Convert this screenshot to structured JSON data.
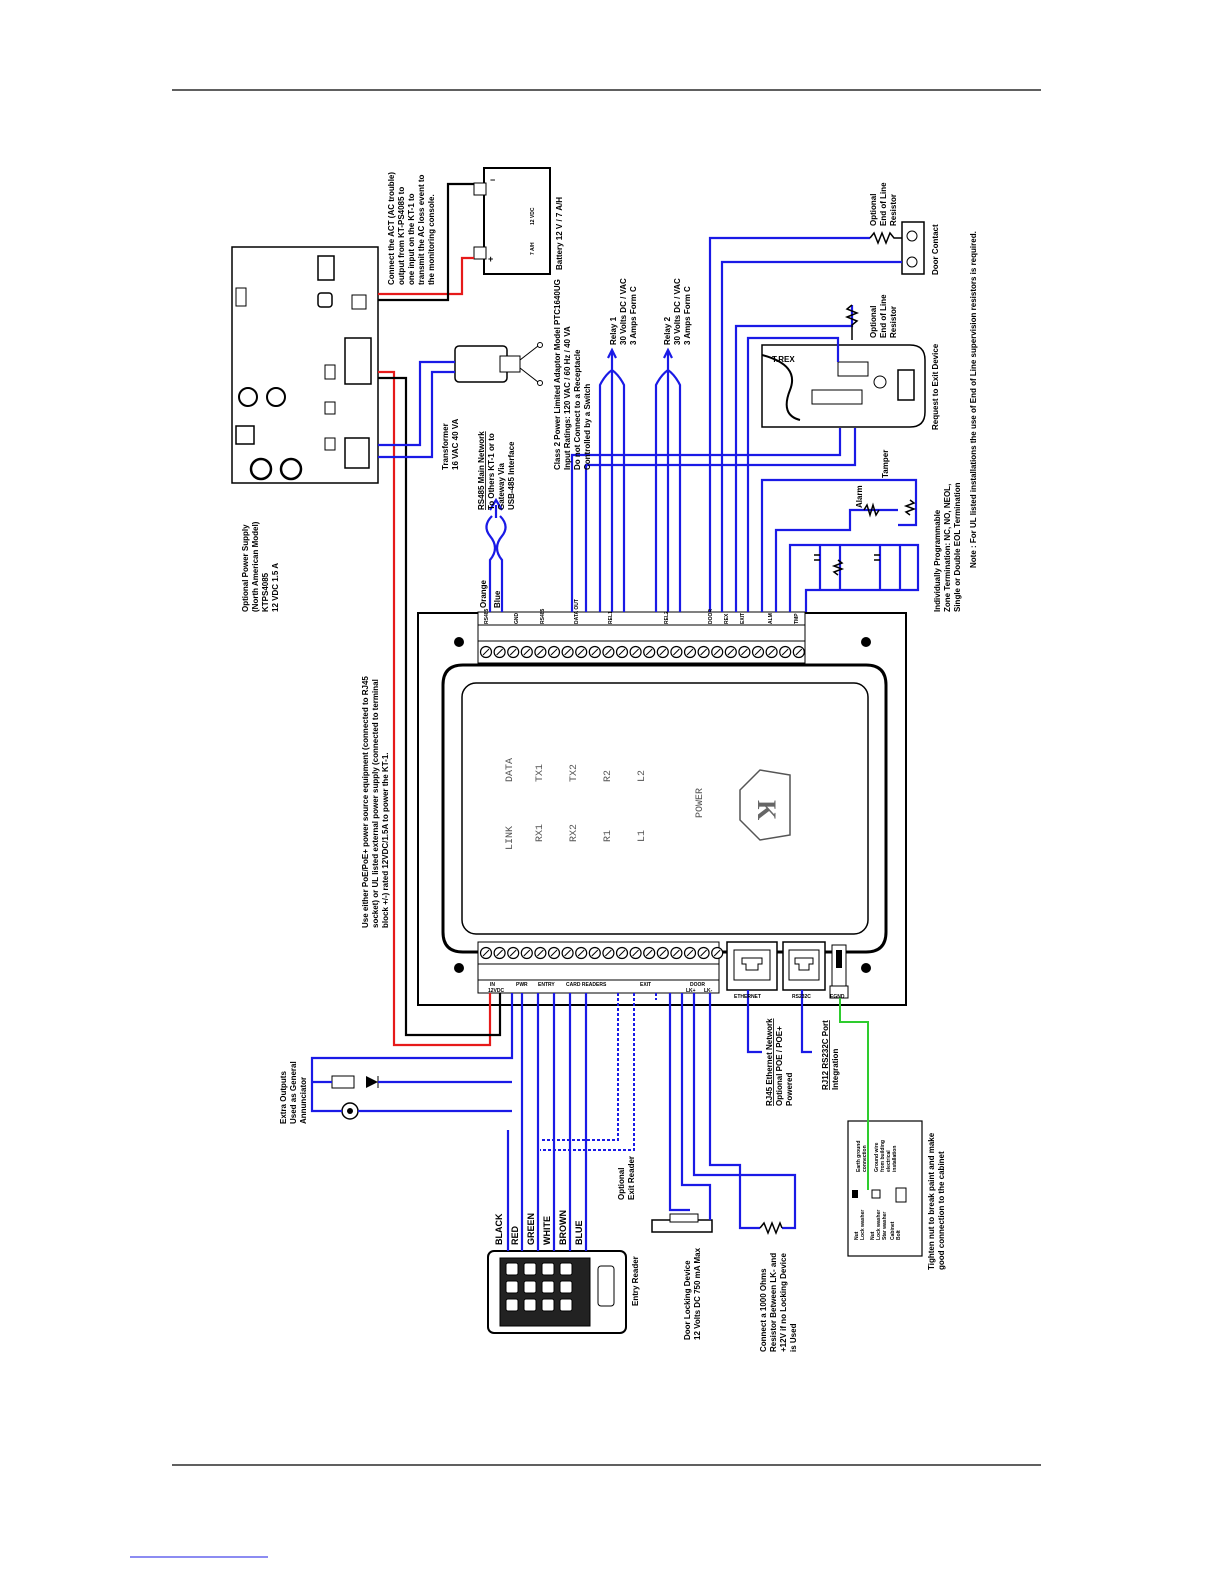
{
  "colors": {
    "wire_blue": "#1a1ae6",
    "wire_red": "#e61a1a",
    "wire_green": "#2ecc2e",
    "ink": "#000000"
  },
  "labels": {
    "power_supply": [
      "Optional Power Supply",
      "(North American Model)",
      "KTPS4085",
      "12 VDC 1.5 A"
    ],
    "act_note": [
      "Connect the ACT (AC trouble)",
      "output from KT-PS4085 to",
      "one input on the KT-1 to",
      "transmit the AC loss event to",
      "the monitoring console."
    ],
    "battery": "Battery 12 V / 7 A/H",
    "battery_sticker": [
      "7 A/H",
      "12 VDC"
    ],
    "transformer": [
      "Transformer",
      "16 VAC 40 VA"
    ],
    "class2": [
      "Class 2 Power Limited Adaptor Model PTC1640UG",
      "Input Ratings: 120 VAC / 60 Hz / 40 VA",
      "Do not Connect to a Receptacle",
      "Controlled by a Switch"
    ],
    "rs485": [
      "RS485 Main Network",
      "To Others KT-1 or to",
      "Gateway Via",
      "USB-485 Interface"
    ],
    "orange": "Orange",
    "blue_wire": "Blue",
    "relay1": [
      "Relay 1",
      "30 Volts DC / VAC",
      "3 Amps Form C"
    ],
    "relay2": [
      "Relay 2",
      "30 Volts DC / VAC",
      "3 Amps Form C"
    ],
    "eol1": [
      "Optional",
      "End of Line",
      "Resistor"
    ],
    "door_contact": "Door Contact",
    "eol2": [
      "Optional",
      "End of Line",
      "Resistor"
    ],
    "rex_brand": "T.REX",
    "rex": "Request to Exit Device",
    "tamper": "Tamper",
    "alarm": "Alarm",
    "zones": [
      "Individually Programmable",
      "Zone Termination: NC, NO, NEOL,",
      "Single or Double EOL Termination"
    ],
    "ul_note": "Note : For UL listed installations the use of End of Line supervision resistors is required.",
    "poe_note": [
      "Use either PoE/PoE+ power source equipment (connected to RJ45",
      "socket) or UL listed external power supply (connected to terminal",
      "block +/-) rated 12VDC/1.5A to power the KT-1."
    ],
    "extra_outputs": [
      "Extra Outputs",
      "Used as General",
      "Annunciator"
    ],
    "reader_wires": [
      "BLACK",
      "RED",
      "GREEN",
      "WHITE",
      "BROWN",
      "BLUE"
    ],
    "entry_reader": "Entry Reader",
    "exit_reader": [
      "Optional",
      "Exit Reader"
    ],
    "lock": [
      "Door Locking Device",
      "12 Volts DC 750 mA Max"
    ],
    "resistor_note": [
      "Connect a 1000 Ohms",
      "Resistor Between LK- and",
      "+12V if no Locking Device",
      "is Used"
    ],
    "ethernet": [
      "RJ45 Ethernet Network",
      "Optional POE / POE+",
      "Powered"
    ],
    "rs232": [
      "RJ12 RS232C Port",
      "Integration"
    ],
    "ground_parts": [
      "Nut",
      "Lock washer",
      "Nut",
      "Lock washer",
      "Star washer",
      "Cabinet",
      "Bolt"
    ],
    "ground_notes": [
      "Earth ground",
      "connection",
      "Ground wire",
      "from building",
      "electrical",
      "installation"
    ],
    "ground_tip": [
      "Tighten nut to break paint and make",
      "good connection to the cabinet"
    ],
    "leds": [
      "LINK",
      "DATA",
      "RX1",
      "TX1",
      "RX2",
      "TX2",
      "R1",
      "R2",
      "L1",
      "L2",
      "POWER"
    ],
    "top_terminals": [
      "RS485",
      "GND",
      "RS485",
      "DATA OUT",
      "REL1",
      "REL2",
      "DOOR",
      "REX",
      "EXIT",
      "ALM",
      "TMP"
    ],
    "bottom_terminals": [
      "IN",
      "12VDC",
      "PWR",
      "ENTRY",
      "CARD READERS",
      "EXIT",
      "DOOR",
      "LK+",
      "LK-"
    ],
    "ports": [
      "ETHERNET",
      "RS232C",
      "EGND"
    ]
  }
}
